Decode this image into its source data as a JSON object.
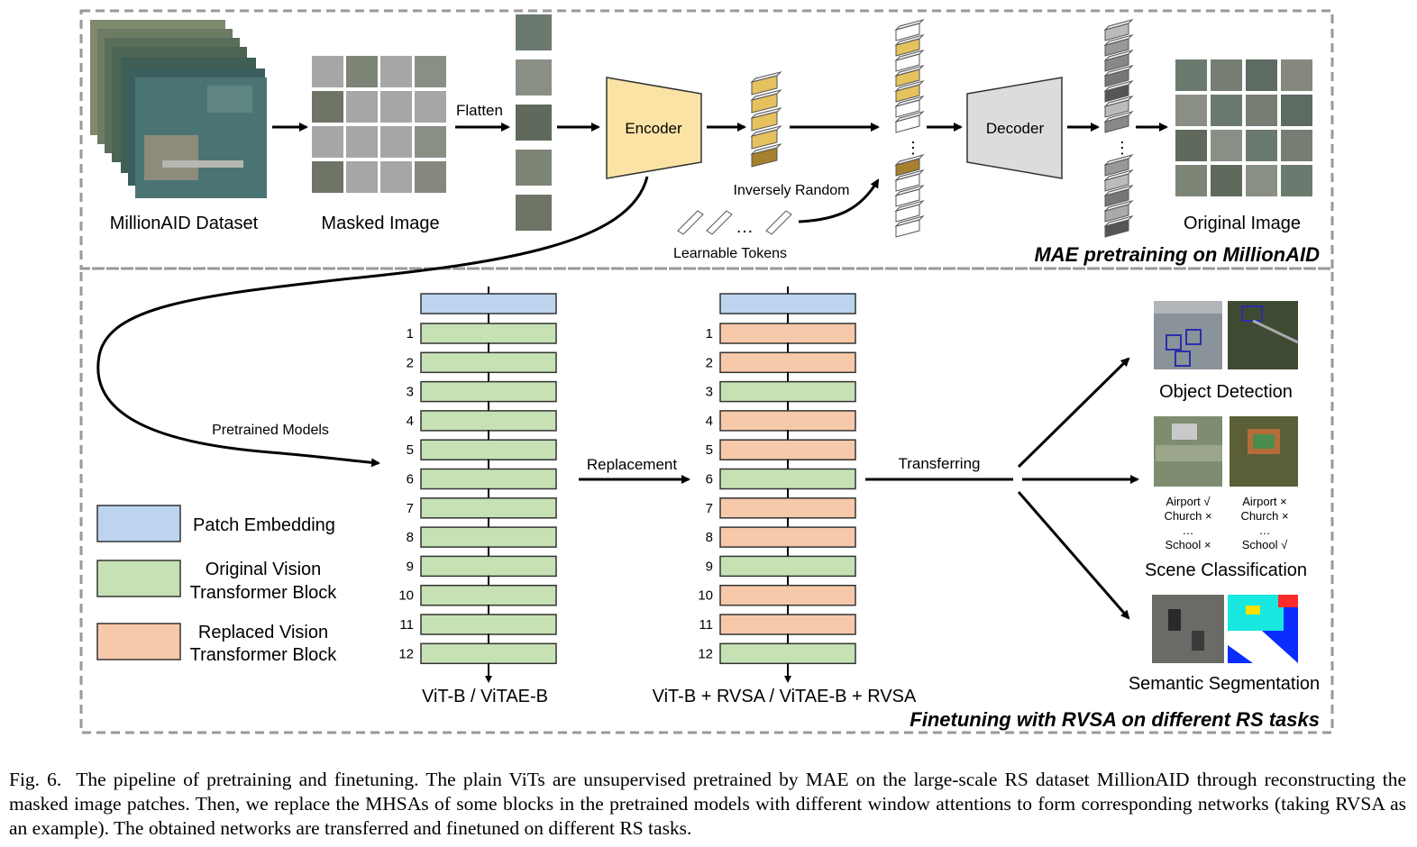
{
  "top_section": {
    "title": "MAE pretraining on MillionAID",
    "dataset_label": "MillionAID Dataset",
    "masked_label": "Masked Image",
    "flatten_label": "Flatten",
    "encoder_label": "Encoder",
    "inversely_random_label": "Inversely Random",
    "learnable_tokens_label": "Learnable Tokens",
    "decoder_label": "Decoder",
    "original_label": "Original Image"
  },
  "bottom_section": {
    "title": "Finetuning with RVSA on different RS tasks",
    "pretrained_label": "Pretrained Models",
    "replacement_label": "Replacement",
    "transferring_label": "Transferring",
    "left_model_label": "ViT-B / ViTAE-B",
    "right_model_label": "ViT-B + RVSA / ViTAE-B + RVSA",
    "block_numbers": [
      "1",
      "2",
      "3",
      "4",
      "5",
      "6",
      "7",
      "8",
      "9",
      "10",
      "11",
      "12"
    ],
    "right_replaced": [
      true,
      true,
      false,
      true,
      true,
      false,
      true,
      true,
      false,
      true,
      true,
      false
    ],
    "legend": {
      "patch_embedding": "Patch Embedding",
      "original_line1": "Original Vision",
      "original_line2": "Transformer Block",
      "replaced_line1": "Replaced Vision",
      "replaced_line2": "Transformer Block"
    },
    "tasks": {
      "object_detection": "Object Detection",
      "scene_classification": "Scene Classification",
      "semantic_segmentation": "Semantic Segmentation",
      "class_left": [
        "Airport √",
        "Church ×",
        "…",
        "School ×"
      ],
      "class_right": [
        "Airport ×",
        "Church ×",
        "…",
        "School √"
      ]
    }
  },
  "colors": {
    "patch_embedding": "#bcd4ee",
    "original_block": "#c6e2b4",
    "replaced_block": "#f7c9ab",
    "encoder_fill": "#fbe3a5",
    "decoder_fill": "#dcdcdc",
    "token_gold": "#e6c25e",
    "token_dark": "#a6802c",
    "dashed_border": "#999999"
  },
  "caption": {
    "label": "Fig. 6.",
    "text": "The pipeline of pretraining and finetuning. The plain ViTs are unsupervised pretrained by MAE on the large-scale RS dataset MillionAID through reconstructing the masked image patches. Then, we replace the MHSAs of some blocks in the pretrained models with different window attentions to form corresponding networks (taking RVSA as an example). The obtained networks are transferred and finetuned on different RS tasks."
  }
}
